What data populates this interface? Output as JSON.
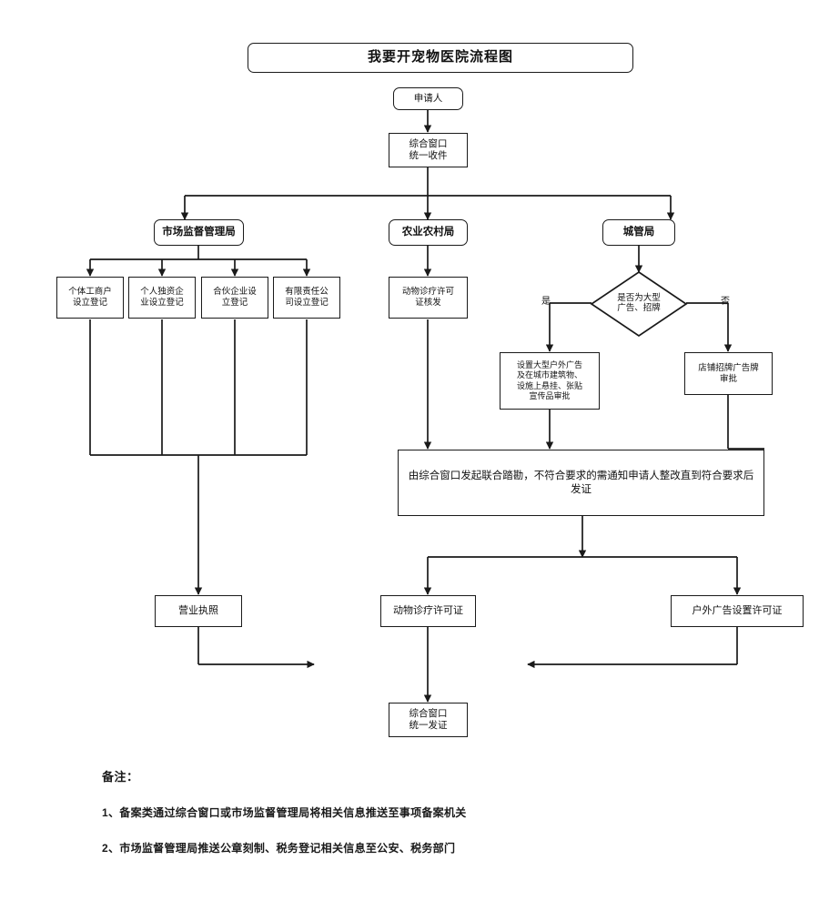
{
  "chart_data": {
    "type": "diagram",
    "title": "我要开宠物医院流程图",
    "diagram_kind": "flowchart",
    "orientation": "top-to-bottom"
  },
  "title": {
    "text": "我要开宠物医院流程图"
  },
  "nodes": {
    "applicant": "申请人",
    "intake": "综合窗口\n统一收件",
    "dept_market": "市场监督管理局",
    "dept_agriculture": "农业农村局",
    "dept_urban": "城管局",
    "reg_individual": "个体工商户\n设立登记",
    "reg_sole": "个人独资企\n业设立登记",
    "reg_partner": "合伙企业设\n立登记",
    "reg_limited": "有限责任公\n司设立登记",
    "animal_permit_issue": "动物诊疗许可\n证核发",
    "decision": "是否为大型\n广告、招牌",
    "large_outdoor_ad": "设置大型户外广告\n及在城市建筑物、\n设施上悬挂、张贴\n宣传品审批",
    "shop_sign_ad": "店铺招牌广告牌\n审批",
    "joint_survey": "由综合窗口发起联合踏勘，不符合要求的需通知申请人整改直到符合要求后发证",
    "result_license": "营业执照",
    "result_animal": "动物诊疗许可证",
    "result_outdoor_ad": "户外广告设置许可证",
    "final_issue": "综合窗口\n统一发证"
  },
  "edge_labels": {
    "yes": "是",
    "no": "否"
  },
  "notes": {
    "heading": "备注：",
    "items": [
      "1、备案类通过综合窗口或市场监督管理局将相关信息推送至事项备案机关",
      "2、市场监督管理局推送公章刻制、税务登记相关信息至公安、税务部门"
    ]
  },
  "colors": {
    "line": "#1a1a1a",
    "background": "#ffffff",
    "text": "#111111"
  }
}
